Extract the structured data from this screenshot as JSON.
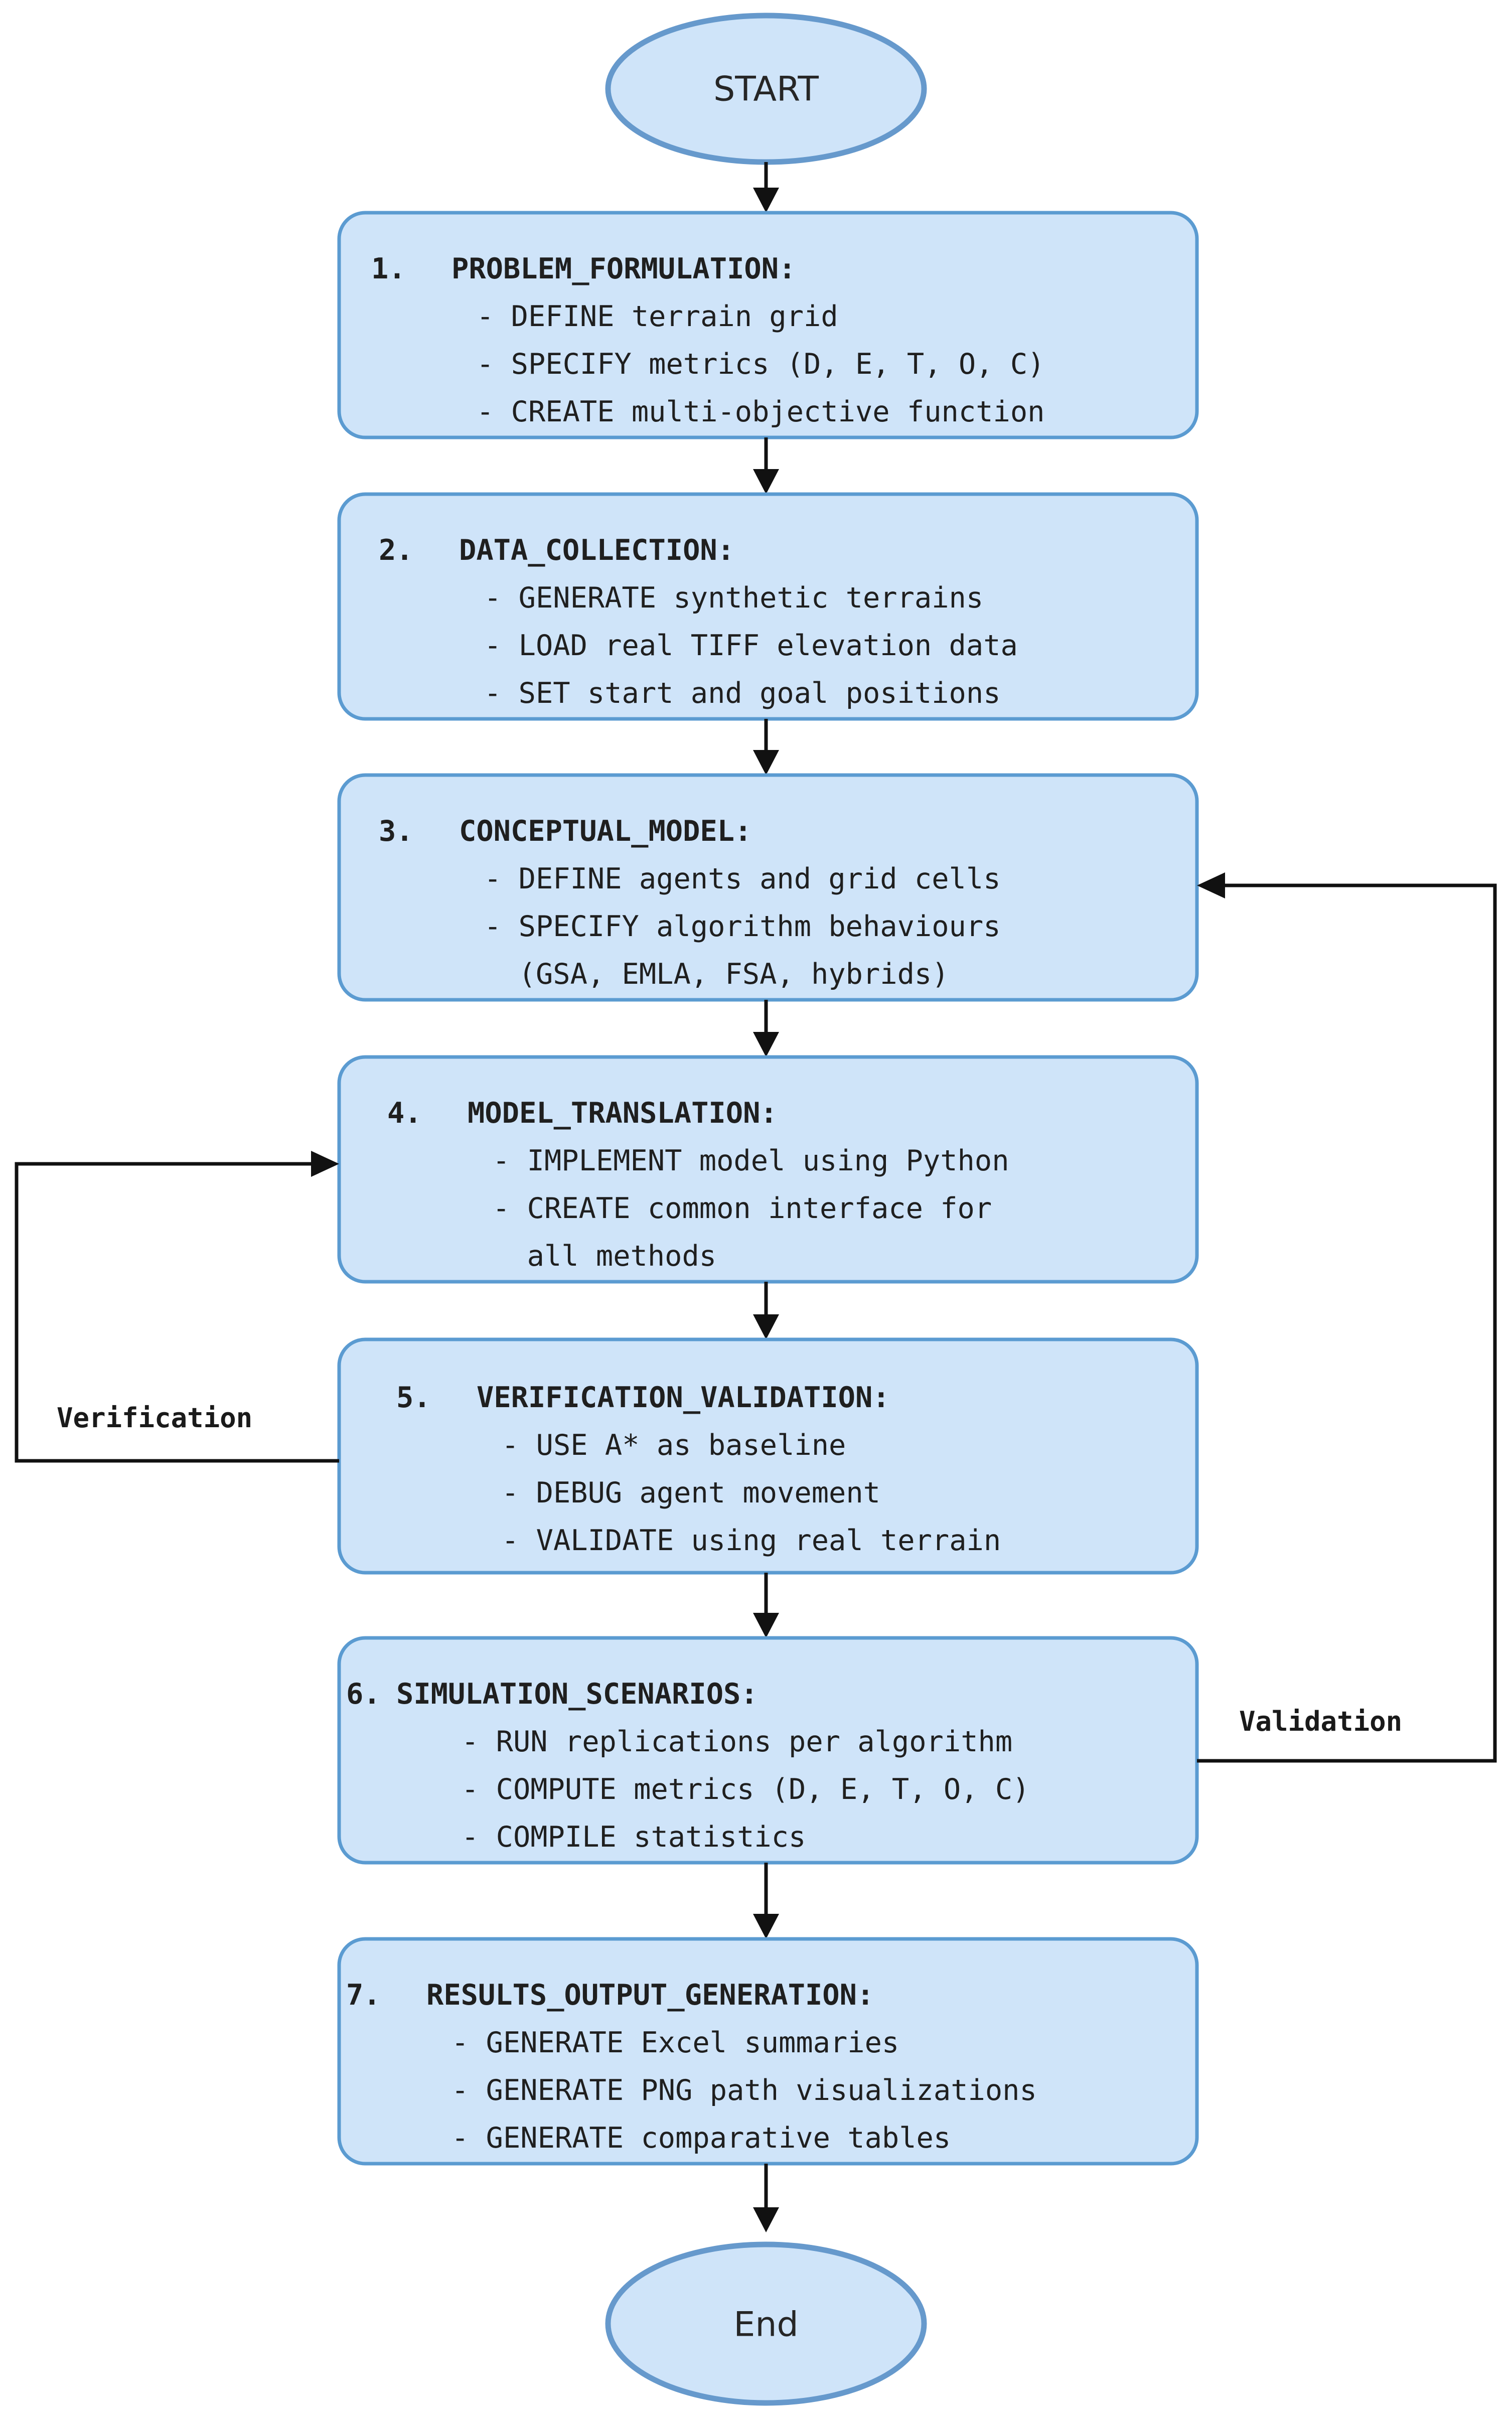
{
  "diagram": {
    "title": "Simulation study methodology flowchart",
    "colors": {
      "node_fill": "#cfe4f9",
      "node_border": "#5b9bd1",
      "terminator_border": "#6699cc",
      "edge": "#111111",
      "text": "#1f1f1f",
      "background": "#ffffff"
    },
    "start_node": {
      "label": "START"
    },
    "end_node": {
      "label": "End"
    },
    "steps": [
      {
        "number": "1.",
        "title": "PROBLEM_FORMULATION:",
        "items": [
          "- DEFINE terrain grid",
          "- SPECIFY metrics (D, E, T, O, C)",
          "- CREATE multi-objective function"
        ]
      },
      {
        "number": "2.",
        "title": "DATA_COLLECTION:",
        "items": [
          "- GENERATE synthetic terrains",
          "- LOAD real TIFF elevation data",
          "- SET start and goal positions"
        ]
      },
      {
        "number": "3.",
        "title": "CONCEPTUAL_MODEL:",
        "items": [
          "- DEFINE agents and grid cells",
          "- SPECIFY algorithm behaviours",
          "  (GSA, EMLA, FSA, hybrids)"
        ]
      },
      {
        "number": "4.",
        "title": "MODEL_TRANSLATION:",
        "items": [
          "- IMPLEMENT model using Python",
          "- CREATE common interface for",
          "  all methods"
        ]
      },
      {
        "number": "5.",
        "title": "VERIFICATION_VALIDATION:",
        "items": [
          "- USE A* as baseline",
          "- DEBUG agent movement",
          "- VALIDATE using real terrain"
        ]
      },
      {
        "number": "6.",
        "title": "SIMULATION_SCENARIOS:",
        "items": [
          "- RUN replications per algorithm",
          "- COMPUTE metrics (D, E, T, O, C)",
          "- COMPILE statistics"
        ]
      },
      {
        "number": "7.",
        "title": "RESULTS_OUTPUT_GENERATION:",
        "items": [
          "- GENERATE Excel summaries",
          "- GENERATE PNG path visualizations",
          "- GENERATE comparative tables"
        ]
      }
    ],
    "feedback_edges": [
      {
        "label": "Verification",
        "from": "5. VERIFICATION_VALIDATION",
        "to": "4. MODEL_TRANSLATION"
      },
      {
        "label": "Validation",
        "from": "6. SIMULATION_SCENARIOS",
        "to": "3. CONCEPTUAL_MODEL"
      }
    ]
  }
}
